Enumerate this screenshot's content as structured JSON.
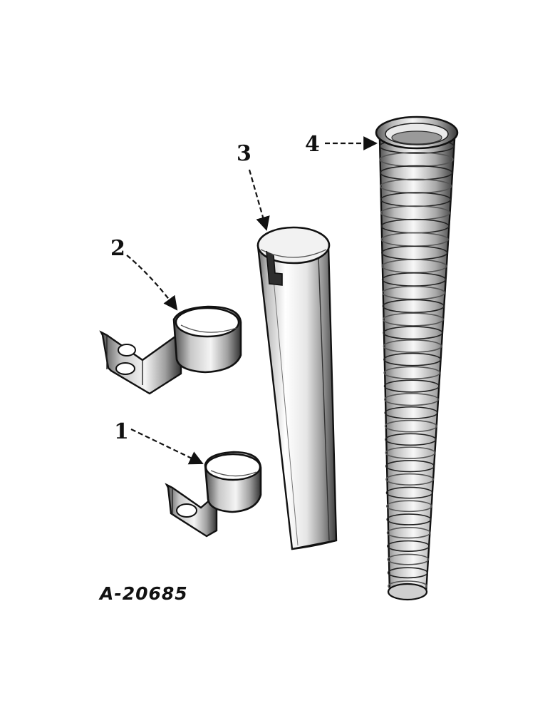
{
  "callouts": {
    "part_1": "1",
    "part_2": "2",
    "part_3": "3",
    "part_4": "4"
  },
  "drawing_code": "A-20685"
}
